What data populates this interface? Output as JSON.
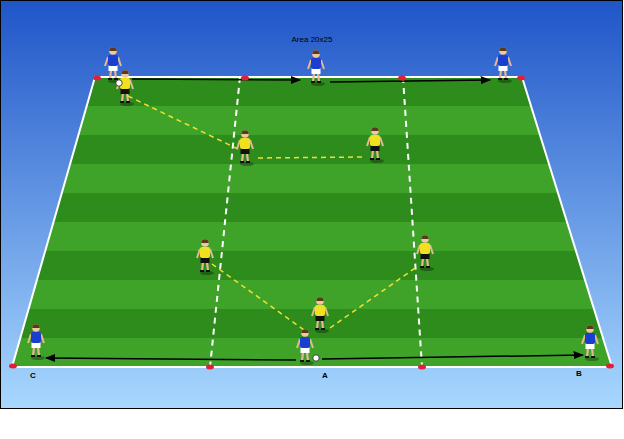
{
  "diagram": {
    "labels": [
      "Area 20x25",
      "C",
      "A",
      "B"
    ]
  }
}
